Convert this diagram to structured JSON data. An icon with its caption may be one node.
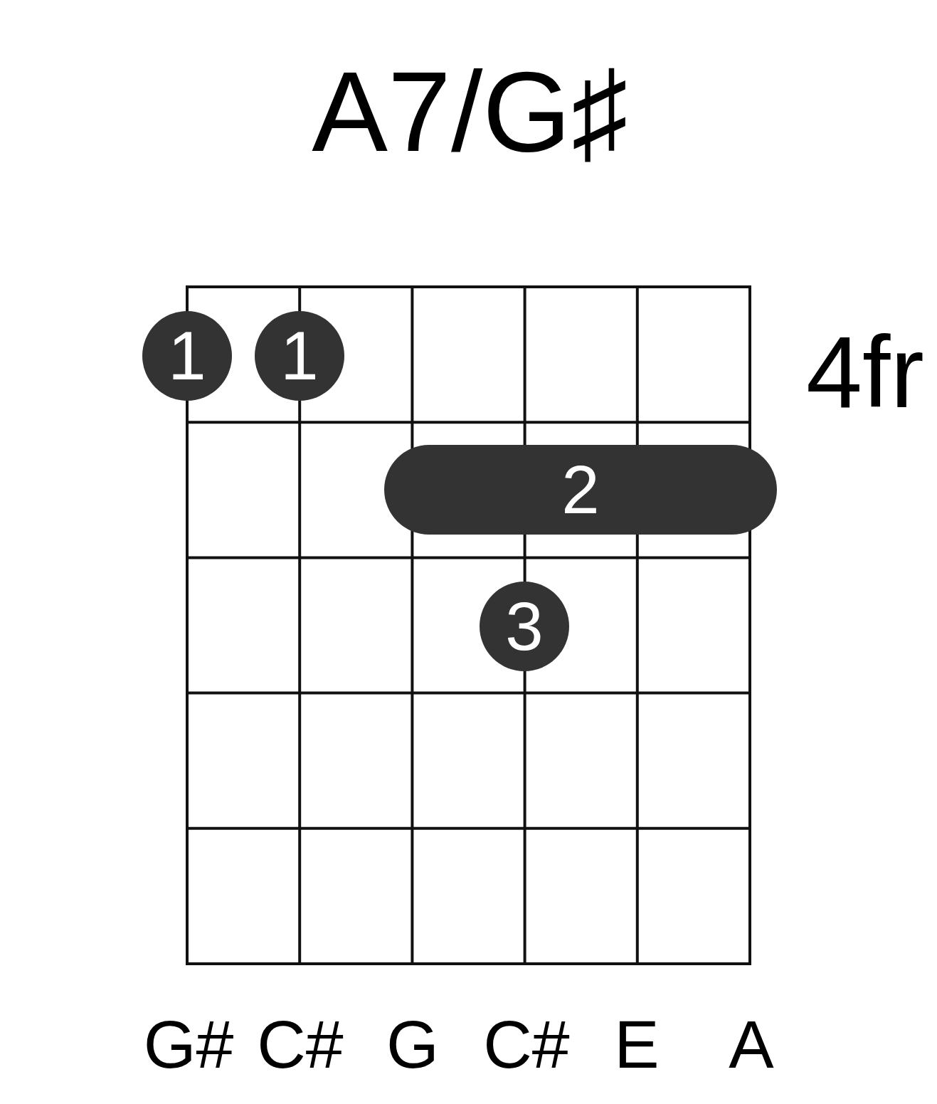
{
  "diagram": {
    "title": "A7/G♯",
    "nodes": [
      {
        "text": [
          "1"
        ]
      },
      {
        "text": [
          "1"
        ]
      },
      {
        "text": [
          "2"
        ]
      },
      {
        "text": [
          "3"
        ]
      }
    ],
    "labels": [
      "4fr",
      "G#",
      "C#",
      "G",
      "C#",
      "E",
      "A"
    ]
  }
}
